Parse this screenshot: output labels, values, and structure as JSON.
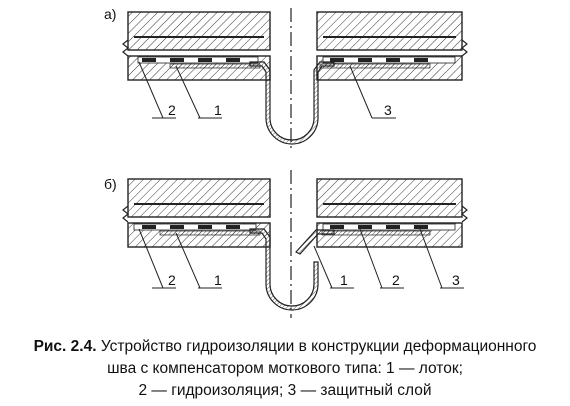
{
  "figure": {
    "panel_a": {
      "letter": "а)",
      "callouts": [
        "2",
        "1",
        "3"
      ]
    },
    "panel_b": {
      "letter": "б)",
      "callouts": [
        "2",
        "1",
        "1",
        "2",
        "3"
      ]
    }
  },
  "caption": {
    "label": "Рис. 2.4.",
    "line1": "Устройство гидроизоляции в конструкции деформационного",
    "line2": "шва с компенсатором моткового типа: 1 — лоток;",
    "line3": "2 — гидроизоляция; 3 — защитный слой"
  }
}
